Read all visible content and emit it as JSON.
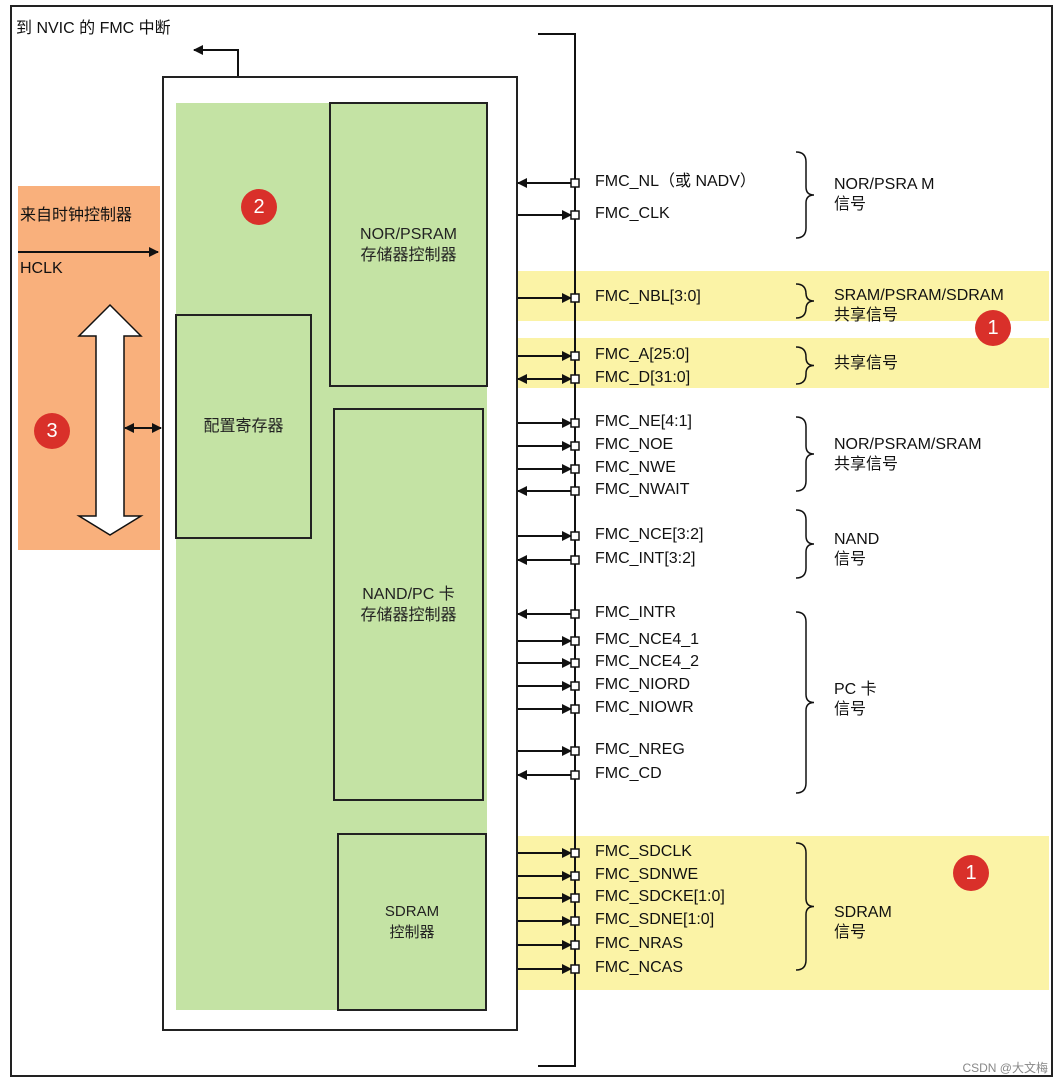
{
  "nvic_label": "到 NVIC 的 FMC 中断",
  "clock_source_label": "来自时钟控制器",
  "hclk_label": "HCLK",
  "blocks": {
    "nor_psram": "NOR/PSRAM\n存储器控制器",
    "config_reg": "配置寄存器",
    "nand_pc": "NAND/PC 卡\n存储器控制器",
    "sdram": "SDRAM\n控制器"
  },
  "badges": {
    "amba": "3",
    "controller": "2",
    "shared": "1",
    "sdram": "1"
  },
  "signals": [
    {
      "name": "FMC_NL（或 NADV）",
      "dir": "out",
      "label_left": true
    },
    {
      "name": "FMC_CLK",
      "dir": "in"
    },
    {
      "name": "FMC_NBL[3:0]",
      "dir": "in"
    },
    {
      "name": "FMC_A[25:0]",
      "dir": "in"
    },
    {
      "name": "FMC_D[31:0]",
      "dir": "bi"
    },
    {
      "name": "FMC_NE[4:1]",
      "dir": "in"
    },
    {
      "name": "FMC_NOE",
      "dir": "in"
    },
    {
      "name": "FMC_NWE",
      "dir": "in"
    },
    {
      "name": "FMC_NWAIT",
      "dir": "out"
    },
    {
      "name": "FMC_NCE[3:2]",
      "dir": "in"
    },
    {
      "name": "FMC_INT[3:2]",
      "dir": "out"
    },
    {
      "name": "FMC_INTR",
      "dir": "out"
    },
    {
      "name": "FMC_NCE4_1",
      "dir": "in"
    },
    {
      "name": "FMC_NCE4_2",
      "dir": "in"
    },
    {
      "name": "FMC_NIORD",
      "dir": "in"
    },
    {
      "name": "FMC_NIOWR",
      "dir": "in"
    },
    {
      "name": "FMC_NREG",
      "dir": "in"
    },
    {
      "name": "FMC_CD",
      "dir": "out"
    },
    {
      "name": "FMC_SDCLK",
      "dir": "in"
    },
    {
      "name": "FMC_SDNWE",
      "dir": "in"
    },
    {
      "name": "FMC_SDCKE[1:0]",
      "dir": "in"
    },
    {
      "name": "FMC_SDNE[1:0]",
      "dir": "in"
    },
    {
      "name": "FMC_NRAS",
      "dir": "in"
    },
    {
      "name": "FMC_NCAS",
      "dir": "in"
    }
  ],
  "groups": [
    "NOR/PSRA M\n信号",
    "SRAM/PSRAM/SDRAM\n共享信号",
    "共享信号",
    "NOR/PSRAM/SRAM\n共享信号",
    "NAND\n信号",
    "PC 卡\n信号",
    "SDRAM\n信号"
  ],
  "watermark": "CSDN @大文梅",
  "colors": {
    "orange": "#f9b07c",
    "green": "#c4e3a4",
    "yellow_band": "#fbf3a6",
    "badge": "#d9302a"
  }
}
